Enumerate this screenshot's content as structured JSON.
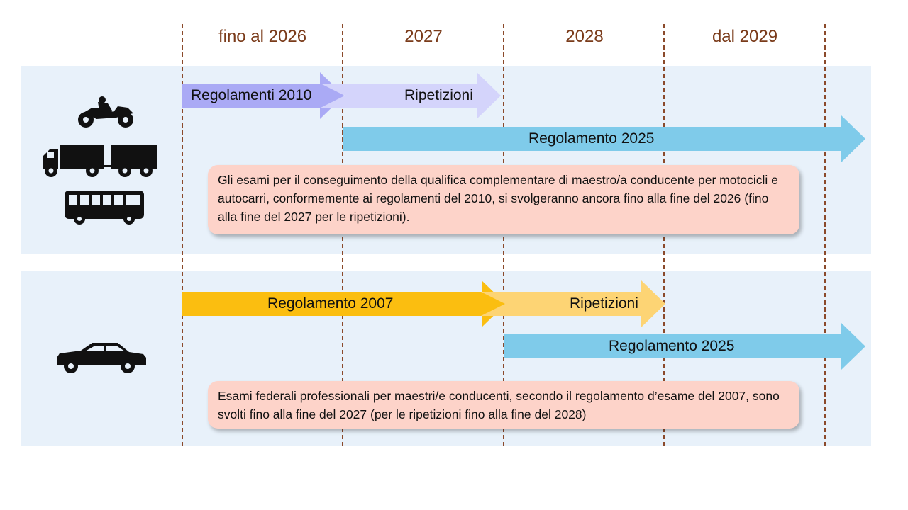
{
  "columns": [
    "fino al 2026",
    "2027",
    "2028",
    "dal 2029"
  ],
  "section_heavy": {
    "arrows": {
      "regolamenti_2010": "Regolamenti 2010",
      "ripetizioni": "Ripetizioni",
      "regolamento_2025": "Regolamento 2025"
    },
    "note": "Gli esami per il conseguimento della qualifica complementare di maestro/a conducente per motocicli e autocarri, conformemente ai regolamenti del 2010, si svolgeranno ancora fino alla fine del 2026 (fino alla fine del 2027 per le ripetizioni).",
    "icons": [
      "motorcycle-icon",
      "truck-trailer-icon",
      "bus-icon"
    ]
  },
  "section_car": {
    "arrows": {
      "regolamento_2007": "Regolamento 2007",
      "ripetizioni": "Ripetizioni",
      "regolamento_2025": "Regolamento 2025"
    },
    "note": "Esami federali professionali per maestri/e conducenti, secondo il regolamento d’esame del 2007, sono svolti fino alla fine del 2027 (per le ripetizioni fino alla fine del 2028)",
    "icons": [
      "car-icon"
    ]
  },
  "colors": {
    "header_text": "#7a3b1a",
    "divider": "#8b4a2b",
    "panel_bg": "#e8f1fa",
    "arrow_2010": "#aaaaf5",
    "arrow_2010_repeat": "#d4d4fb",
    "arrow_2025": "#7fcbea",
    "arrow_2007": "#fbbe10",
    "arrow_2007_repeat": "#fdd474",
    "note_bg": "#fdd3c9"
  }
}
